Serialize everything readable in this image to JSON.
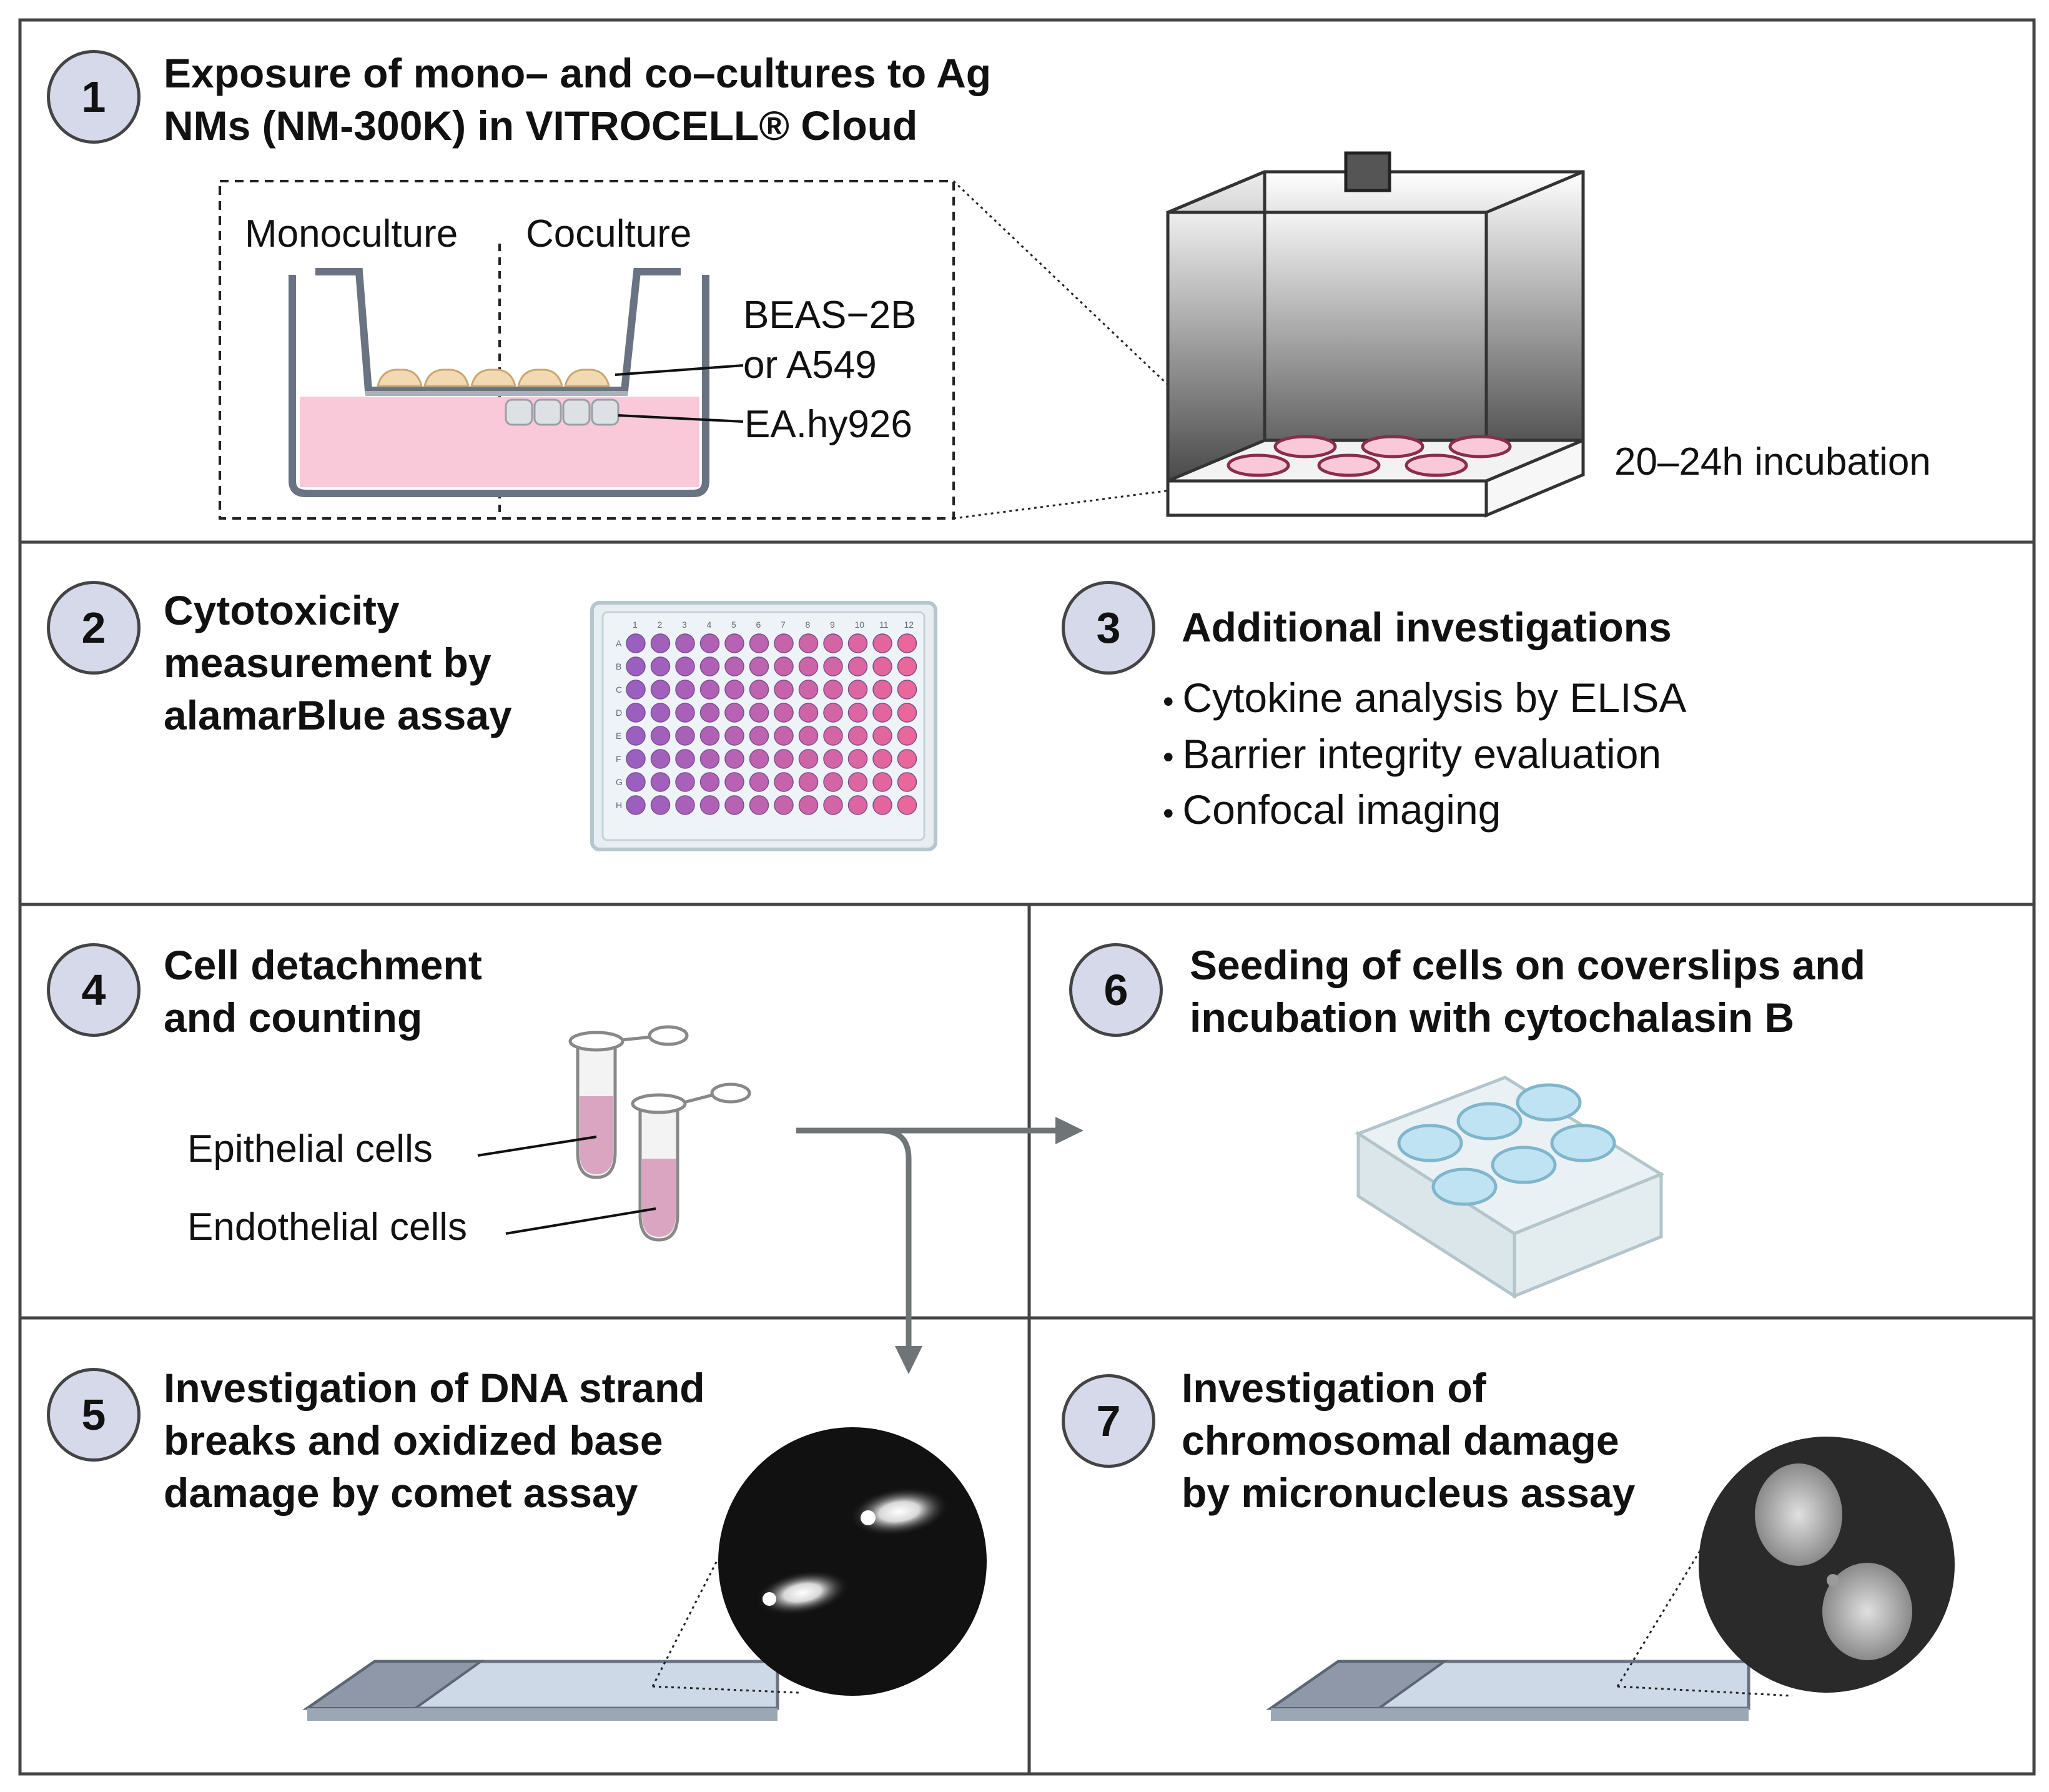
{
  "panel1": {
    "step": "1",
    "title_line1": "Exposure of mono– and co–cultures to Ag",
    "title_line2": "NMs (NM-300K) in VITROCELL® Cloud",
    "monoculture_label": "Monoculture",
    "coculture_label": "Coculture",
    "cell_label_line1": "BEAS−2B",
    "cell_label_line2": "or A549",
    "cell_label_endo": "EA.hy926",
    "incubation_label": "20–24h incubation"
  },
  "panel2": {
    "step": "2",
    "title_line1": "Cytotoxicity",
    "title_line2": "measurement by",
    "title_line3": "alamarBlue assay",
    "plate_cols": [
      "1",
      "2",
      "3",
      "4",
      "5",
      "6",
      "7",
      "8",
      "9",
      "10",
      "11",
      "12"
    ],
    "plate_rows": [
      "A",
      "B",
      "C",
      "D",
      "E",
      "F",
      "G",
      "H"
    ]
  },
  "panel3": {
    "step": "3",
    "title": "Additional investigations",
    "bullets": [
      "Cytokine analysis by ELISA",
      "Barrier integrity evaluation",
      "Confocal imaging"
    ]
  },
  "panel4": {
    "step": "4",
    "title_line1": "Cell detachment",
    "title_line2": "and counting",
    "epithelial_label": "Epithelial cells",
    "endothelial_label": "Endothelial cells"
  },
  "panel5": {
    "step": "5",
    "title_line1": "Investigation of DNA strand",
    "title_line2": "breaks and oxidized base",
    "title_line3": "damage by comet assay"
  },
  "panel6": {
    "step": "6",
    "title_line1": "Seeding of cells on coverslips and",
    "title_line2": "incubation with cytochalasin B"
  },
  "panel7": {
    "step": "7",
    "title_line1": "Investigation of",
    "title_line2": "chromosomal damage",
    "title_line3": "by micronucleus assay"
  },
  "colors": {
    "border": "#444444",
    "step_fill": "#d6d9ea",
    "medium_pink": "#f9c9d9",
    "cell_tan": "#f3d9b1",
    "arrow_gray": "#6f7477",
    "dish_blue": "#bfe3f2"
  }
}
